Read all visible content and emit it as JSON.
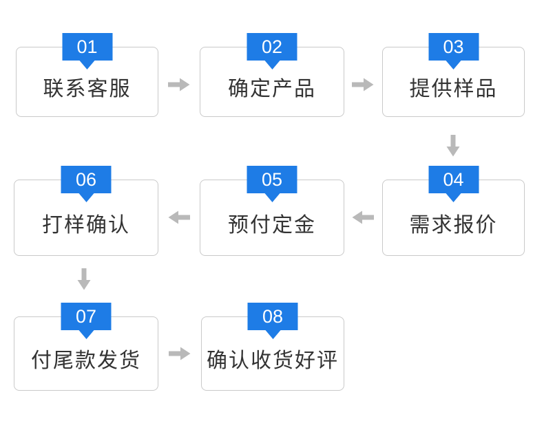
{
  "diagram": {
    "colors": {
      "accent": "#1e7ce6",
      "arrow": "#b9b9b9",
      "border": "#c9c9c9",
      "text": "#333333",
      "background": "#ffffff",
      "badge_text": "#ffffff"
    },
    "steps": [
      {
        "number": "01",
        "label": "联系客服"
      },
      {
        "number": "02",
        "label": "确定产品"
      },
      {
        "number": "03",
        "label": "提供样品"
      },
      {
        "number": "04",
        "label": "需求报价"
      },
      {
        "number": "05",
        "label": "预付定金"
      },
      {
        "number": "06",
        "label": "打样确认"
      },
      {
        "number": "07",
        "label": "付尾款发货"
      },
      {
        "number": "08",
        "label": "确认收货好评"
      }
    ],
    "flow": [
      {
        "from": "01",
        "to": "02",
        "direction": "right"
      },
      {
        "from": "02",
        "to": "03",
        "direction": "right"
      },
      {
        "from": "03",
        "to": "04",
        "direction": "down"
      },
      {
        "from": "04",
        "to": "05",
        "direction": "left"
      },
      {
        "from": "05",
        "to": "06",
        "direction": "left"
      },
      {
        "from": "06",
        "to": "07",
        "direction": "down"
      },
      {
        "from": "07",
        "to": "08",
        "direction": "right"
      }
    ]
  }
}
